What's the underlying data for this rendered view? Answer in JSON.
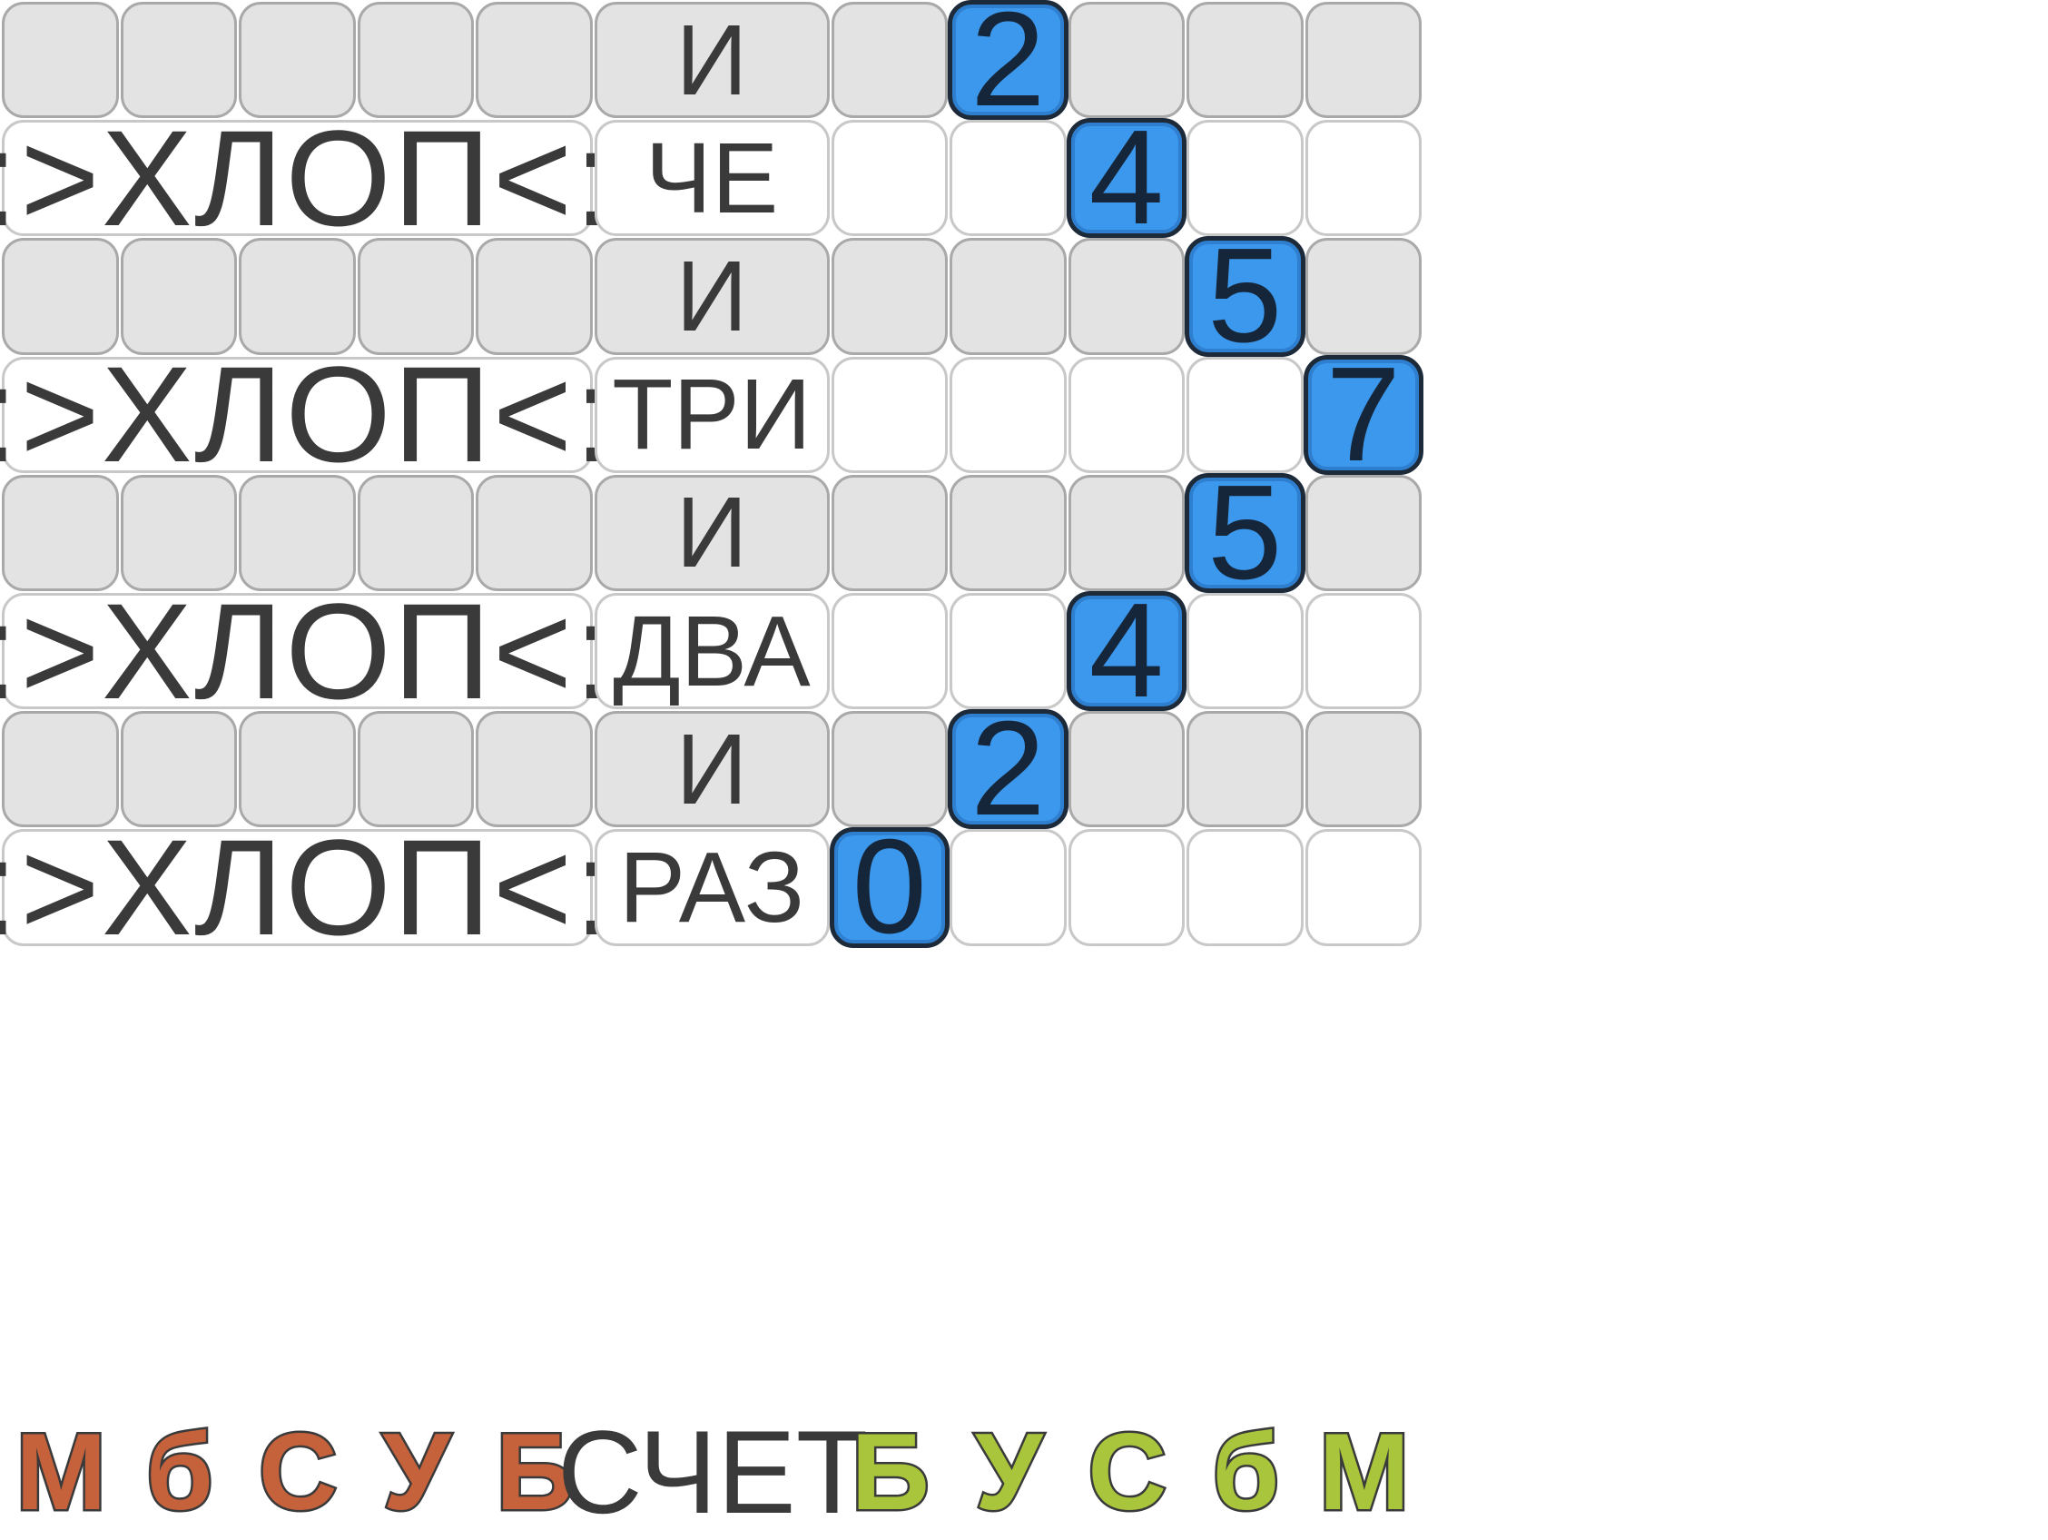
{
  "grid": {
    "rows": [
      {
        "type": "gray",
        "word": "И",
        "hit": 2
      },
      {
        "type": "white",
        "word": "ЧЕ",
        "hit": 3,
        "clap": ":>ХЛОП<:"
      },
      {
        "type": "gray",
        "word": "И",
        "hit": 4
      },
      {
        "type": "white",
        "word": "ТРИ",
        "hit": 5,
        "clap": ":>ХЛОП<:"
      },
      {
        "type": "gray",
        "word": "И",
        "hit": 4
      },
      {
        "type": "white",
        "word": "ДВА",
        "hit": 3,
        "clap": ":>ХЛОП<:"
      },
      {
        "type": "gray",
        "word": "И",
        "hit": 2
      },
      {
        "type": "white",
        "word": "РАЗ",
        "hit": 1,
        "clap": ":>ХЛОП<:"
      }
    ],
    "numbers": [
      "0",
      "2",
      "4",
      "5",
      "7"
    ]
  },
  "footer": {
    "left": [
      "М",
      "б",
      "С",
      "У",
      "Б"
    ],
    "center": "СЧЕТ",
    "right": [
      "Б",
      "У",
      "С",
      "б",
      "М"
    ],
    "left_color": "#c5613b",
    "right_color": "#a8c53c"
  }
}
